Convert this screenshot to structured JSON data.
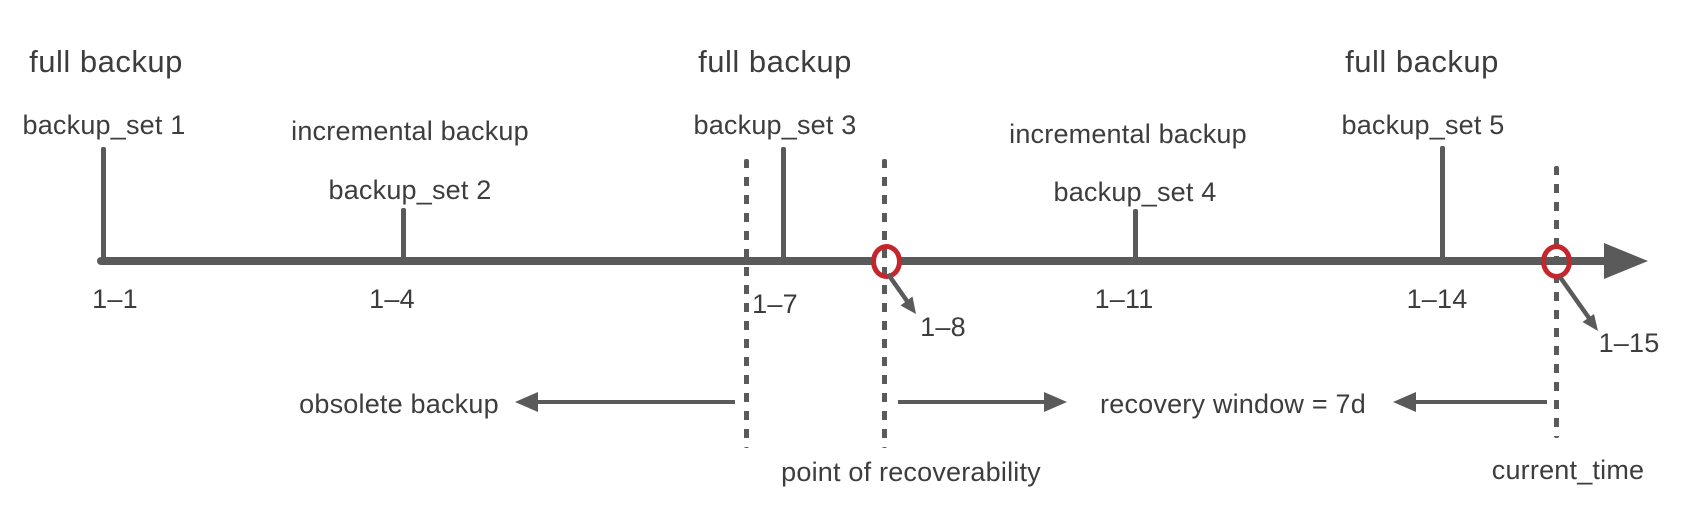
{
  "colors": {
    "line": "#5a5a5a",
    "text": "#3d3d3d",
    "marker_red": "#c5262c"
  },
  "sets": [
    {
      "kind": "full backup",
      "name": "backup_set 1",
      "date": "1–1"
    },
    {
      "kind": "incremental backup",
      "name": "backup_set 2",
      "date": "1–4"
    },
    {
      "kind": "full backup",
      "name": "backup_set 3",
      "date": "1–7"
    },
    {
      "kind": "incremental backup",
      "name": "backup_set 4",
      "date": "1–11"
    },
    {
      "kind": "full backup",
      "name": "backup_set 5",
      "date": "1–14"
    }
  ],
  "points": [
    {
      "date": "1–8"
    },
    {
      "date": "1–15"
    }
  ],
  "annotations": {
    "obsolete": "obsolete backup",
    "recovery_window": "recovery window = 7d",
    "point_of_recoverability": "point of recoverability",
    "current_time": "current_time"
  }
}
